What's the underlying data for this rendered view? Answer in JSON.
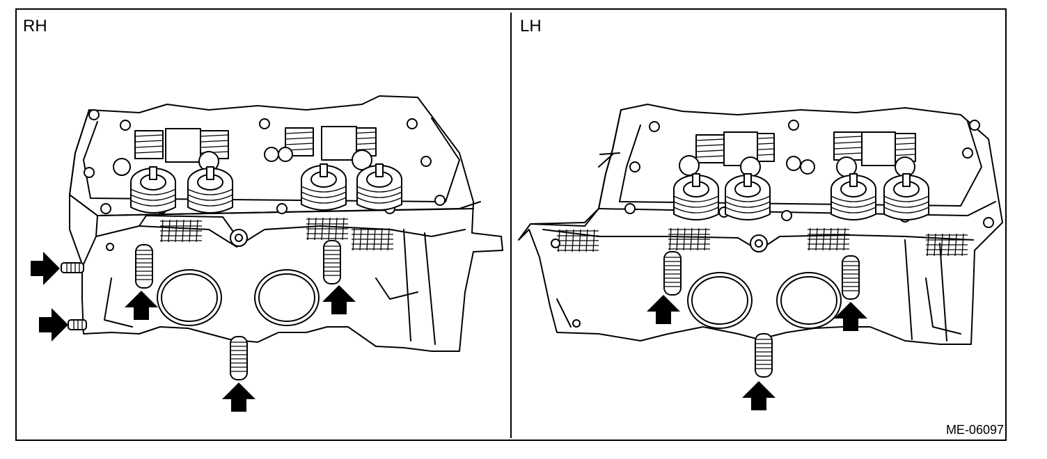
{
  "labels": {
    "right_head": "RH",
    "left_head": "LH",
    "figure_id": "ME-06097"
  },
  "colors": {
    "line": "#000000",
    "background": "#ffffff"
  }
}
